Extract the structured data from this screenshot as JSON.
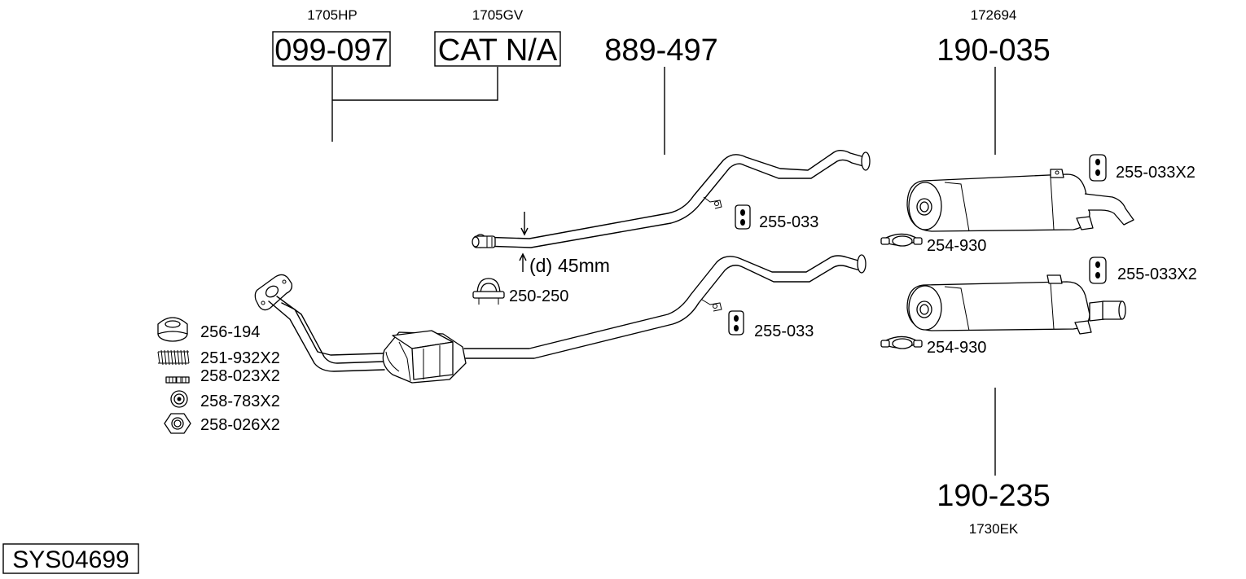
{
  "diagram": {
    "system_code": "SYS04699",
    "front_pipe": {
      "oe_ref": "1705HP",
      "part_no": "099-097"
    },
    "catalyst": {
      "oe_ref": "1705GV",
      "part_no": "CAT N/A"
    },
    "intermediate_pipe": {
      "part_no": "889-497",
      "diameter_label": "(d)",
      "diameter_value": "45mm",
      "clamp_part": "250-250",
      "hanger_part": "255-033"
    },
    "lower_pipe_hanger_part": "255-033",
    "rear_box_upper": {
      "oe_ref": "172694",
      "part_no": "190-035",
      "rubber_part": "255-033X2",
      "clamp_part": "254-930"
    },
    "rear_box_lower": {
      "oe_ref": "1730EK",
      "part_no": "190-235",
      "rubber_part": "255-033X2",
      "clamp_part": "254-930"
    },
    "fitting_kit": [
      {
        "part_no": "256-194",
        "icon": "gasket-ring-icon"
      },
      {
        "part_no": "251-932X2",
        "icon": "spring-icon"
      },
      {
        "part_no": "258-023X2",
        "icon": "stud-bolt-icon"
      },
      {
        "part_no": "258-783X2",
        "icon": "washer-icon"
      },
      {
        "part_no": "258-026X2",
        "icon": "hex-nut-icon"
      }
    ]
  }
}
